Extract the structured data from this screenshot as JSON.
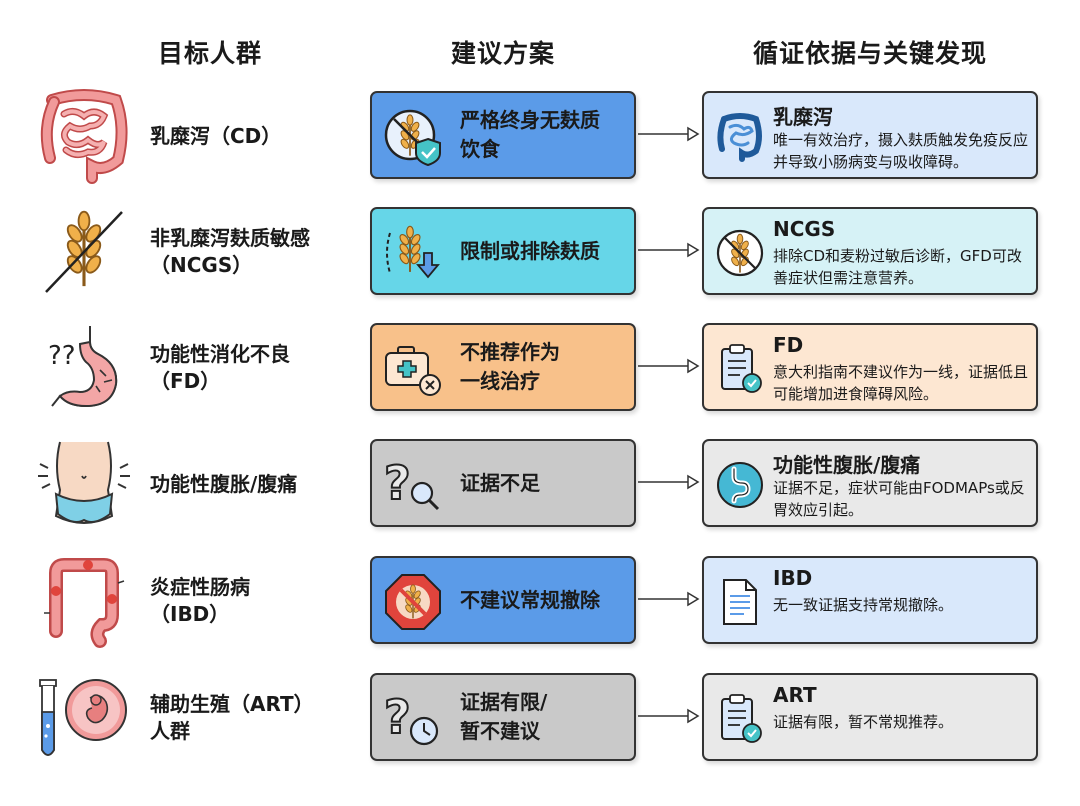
{
  "headers": {
    "group": "目标人群",
    "recommendation": "建议方案",
    "evidence": "循证依据与关键发现"
  },
  "rows": [
    {
      "group": [
        "乳糜泻（CD）"
      ],
      "recommendation": [
        "严格终身无麸质",
        "饮食"
      ],
      "evidence_title": "乳糜泻",
      "evidence_text": "唯一有效治疗，摄入麸质触发免疫反应并导致小肠病变与吸收障碍。",
      "illustration_icon": "intestine-icon",
      "recommendation_icon": "no-wheat-shield-icon",
      "evidence_icon": "intestine-icon",
      "color": "#5b9be8"
    },
    {
      "group": [
        "非乳糜泻麸质敏感",
        "（NCGS）"
      ],
      "recommendation": [
        "限制或排除麸质"
      ],
      "evidence_title": "NCGS",
      "evidence_text": "排除CD和麦粉过敏后诊断，GFD可改善症状但需注意营养。",
      "illustration_icon": "crossed-wheat-icon",
      "recommendation_icon": "wheat-down-arrow-icon",
      "evidence_icon": "no-wheat-icon",
      "color": "#66d6e8"
    },
    {
      "group": [
        "功能性消化不良",
        "（FD）"
      ],
      "recommendation": [
        "不推荐作为",
        "一线治疗"
      ],
      "evidence_title": "FD",
      "evidence_text": "意大利指南不建议作为一线，证据低且可能增加进食障碍风险。",
      "illustration_icon": "stomach-icon",
      "recommendation_icon": "medical-kit-x-icon",
      "evidence_icon": "clipboard-check-icon",
      "color": "#f8c18a"
    },
    {
      "group": [
        "功能性腹胀/腹痛"
      ],
      "recommendation": [
        "证据不足"
      ],
      "evidence_title": "功能性腹胀/腹痛",
      "evidence_text": "证据不足，症状可能由FODMAPs或反胃效应引起。",
      "illustration_icon": "bloated-abdomen-icon",
      "recommendation_icon": "question-magnifier-icon",
      "evidence_icon": "gut-circle-icon",
      "color": "#c9c9c9"
    },
    {
      "group": [
        "炎症性肠病",
        "（IBD）"
      ],
      "recommendation": [
        "不建议常规撤除"
      ],
      "evidence_title": "IBD",
      "evidence_text": "无一致证据支持常规撤除。",
      "illustration_icon": "inflamed-colon-icon",
      "recommendation_icon": "stop-sign-wheat-icon",
      "evidence_icon": "document-icon",
      "color": "#5b9be8"
    },
    {
      "group": [
        "辅助生殖（ART）",
        "人群"
      ],
      "recommendation": [
        "证据有限/",
        "暂不建议"
      ],
      "evidence_title": "ART",
      "evidence_text": "证据有限，暂不常规推荐。",
      "illustration_icon": "test-tube-embryo-icon",
      "recommendation_icon": "question-clock-icon",
      "evidence_icon": "clipboard-check-icon",
      "color": "#c9c9c9"
    }
  ]
}
